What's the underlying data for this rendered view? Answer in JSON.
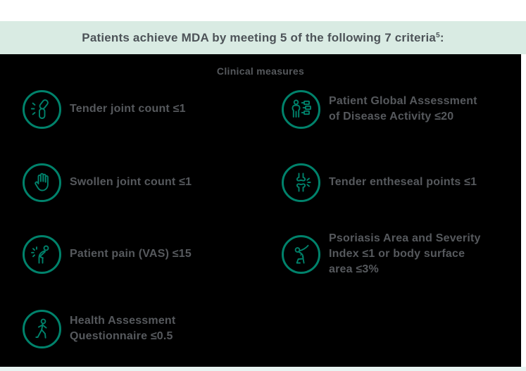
{
  "header": {
    "title_main": "Patients achieve MDA by meeting 5 of the following 7 criteria",
    "title_sup": "5",
    "title_colon": ":"
  },
  "panel": {
    "title": "Clinical measures"
  },
  "criteria": {
    "left": [
      {
        "icon": "tender-joint-icon",
        "lines": [
          "Tender joint count ≤1"
        ]
      },
      {
        "icon": "swollen-joint-icon",
        "lines": [
          "Swollen joint count ≤1"
        ]
      },
      {
        "icon": "patient-pain-icon",
        "lines": [
          "Patient pain (VAS) ≤15"
        ]
      },
      {
        "icon": "walking-person-icon",
        "lines": [
          "Health Assessment",
          "Questionnaire ≤0.5"
        ]
      }
    ],
    "right": [
      {
        "icon": "patient-global-assessment-icon",
        "lines": [
          "Patient Global Assessment",
          "of Disease Activity ≤20"
        ]
      },
      {
        "icon": "tender-entheseal-icon",
        "lines": [
          "Tender entheseal points ≤1"
        ]
      },
      {
        "icon": "psoriasis-area-icon",
        "lines": [
          "Psoriasis Area and Severity",
          "Index ≤1 or body surface",
          "area ≤3%"
        ]
      }
    ]
  },
  "colors": {
    "accent_teal": "#00826B",
    "header_bg": "#D9EBE3",
    "panel_bg": "#000000",
    "text_gray": "#56595D"
  }
}
